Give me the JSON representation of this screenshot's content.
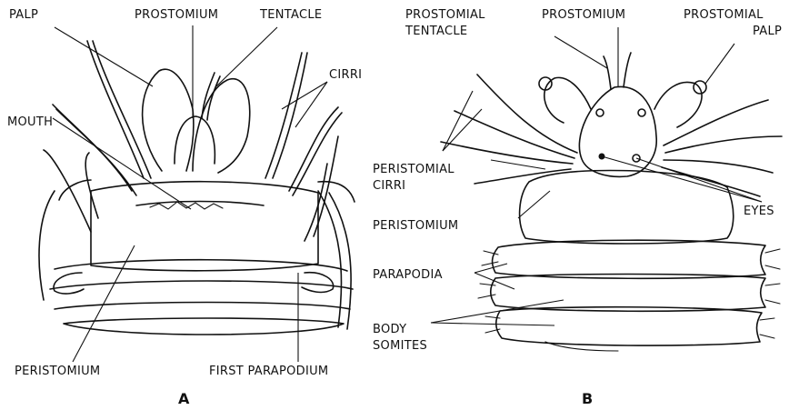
{
  "figure_a": {
    "letter": "A",
    "labels": {
      "palp": "PALP",
      "prostomium": "PROSTOMIUM",
      "tentacle": "TENTACLE",
      "cirri": "CIRRI",
      "mouth": "MOUTH",
      "peristomium": "PERISTOMIUM",
      "first_parapodium": "FIRST PARAPODIUM"
    }
  },
  "figure_b": {
    "letter": "B",
    "labels": {
      "prostomial_tentacle_1": "PROSTOMIAL",
      "prostomial_tentacle_2": "TENTACLE",
      "prostomium": "PROSTOMIUM",
      "prostomial_palp_1": "PROSTOMIAL",
      "prostomial_palp_2": "PALP",
      "peristomial_cirri_1": "PERISTOMIAL",
      "peristomial_cirri_2": "CIRRI",
      "eyes": "EYES",
      "peristomium": "PERISTOMIUM",
      "parapodia": "PARAPODIA",
      "body_somites_1": "BODY",
      "body_somites_2": "SOMITES"
    }
  }
}
